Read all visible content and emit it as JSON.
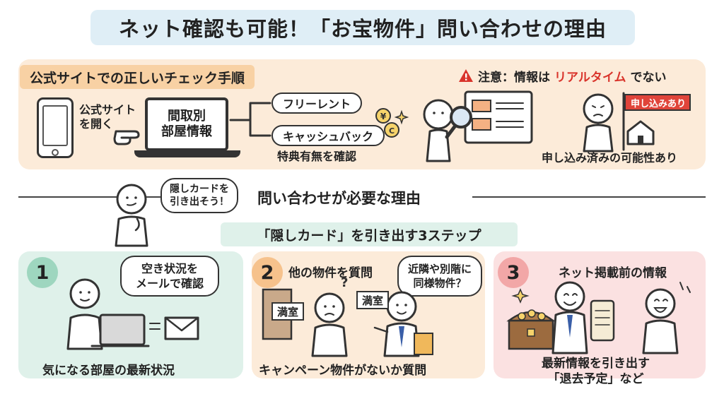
{
  "title": "ネット確認も可能！「お宝物件」問い合わせの理由",
  "top_section": {
    "tag": "公式サイトでの正しいチェック手順",
    "warning_icon": "warning-triangle-icon",
    "warning_prefix": "注意：情報は",
    "warning_highlight": "リアルタイム",
    "warning_suffix": "でない",
    "open_site_line1": "公式サイト",
    "open_site_line2": "を開く",
    "laptop_line1": "間取別",
    "laptop_line2": "部屋情報",
    "options": [
      "フリーレント",
      "キャッシュバック"
    ],
    "check_caption": "特典有無を確認",
    "flag_text": "申し込みあり",
    "applied_caption": "申し込み済みの可能性あり"
  },
  "middle": {
    "bubble_line1": "隠しカードを",
    "bubble_line2": "引き出そう！",
    "heading": "問い合わせが必要な理由"
  },
  "steps_title": "「隠しカード」を引き出す3ステップ",
  "steps": [
    {
      "number": "1",
      "bubble_line1": "空き状況を",
      "bubble_line2": "メールで確認",
      "caption": "気になる部屋の最新状況"
    },
    {
      "number": "2",
      "heading": "他の物件を質問",
      "bubble_line1": "近隣や別階に",
      "bubble_line2": "同様物件？",
      "stamp": "満室",
      "caption": "キャンペーン物件がないか質問"
    },
    {
      "number": "3",
      "heading": "ネット掲載前の情報",
      "caption_line1": "最新情報を引き出す",
      "caption_line2": "「退去予定」など"
    }
  ],
  "colors": {
    "title_band": "#dfeef6",
    "top_panel": "#fcebd9",
    "tag": "#f8d1a4",
    "warning": "#d9342b",
    "step1": "#dff1ea",
    "step1_num": "#9ed6bf",
    "step2": "#fcebd9",
    "step2_num": "#f6c28c",
    "step3": "#fbe1e1",
    "step3_num": "#f2a7a7"
  }
}
